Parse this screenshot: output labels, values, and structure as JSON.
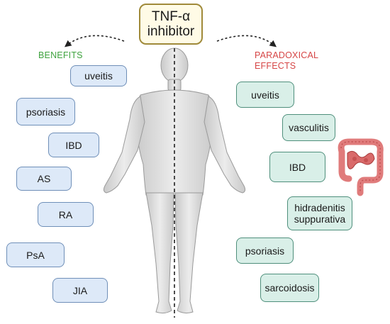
{
  "title": {
    "line1": "TNF-α",
    "line2": "inhibitor"
  },
  "benefits": {
    "label": "BENEFITS",
    "items": [
      "uveitis",
      "psoriasis",
      "IBD",
      "AS",
      "RA",
      "PsA",
      "JIA"
    ]
  },
  "paradoxical": {
    "label_line1": "PARADOXICAL",
    "label_line2": "EFFECTS",
    "items": [
      {
        "line1": "uveitis",
        "line2": ""
      },
      {
        "line1": "vasculitis",
        "line2": ""
      },
      {
        "line1": "IBD",
        "line2": ""
      },
      {
        "line1": "hidradenitis",
        "line2": "suppurativa"
      },
      {
        "line1": "psoriasis",
        "line2": ""
      },
      {
        "line1": "sarcoidosis",
        "line2": ""
      }
    ]
  },
  "colors": {
    "benefits_label": "#3fa33f",
    "paradox_label": "#d64545",
    "benefit_fill": "#dde9f8",
    "paradox_fill": "#d9efe8",
    "title_border": "#a08a3a"
  },
  "icons": [
    "human-body-icon",
    "intestine-icon",
    "dashed-arrow-icon"
  ]
}
